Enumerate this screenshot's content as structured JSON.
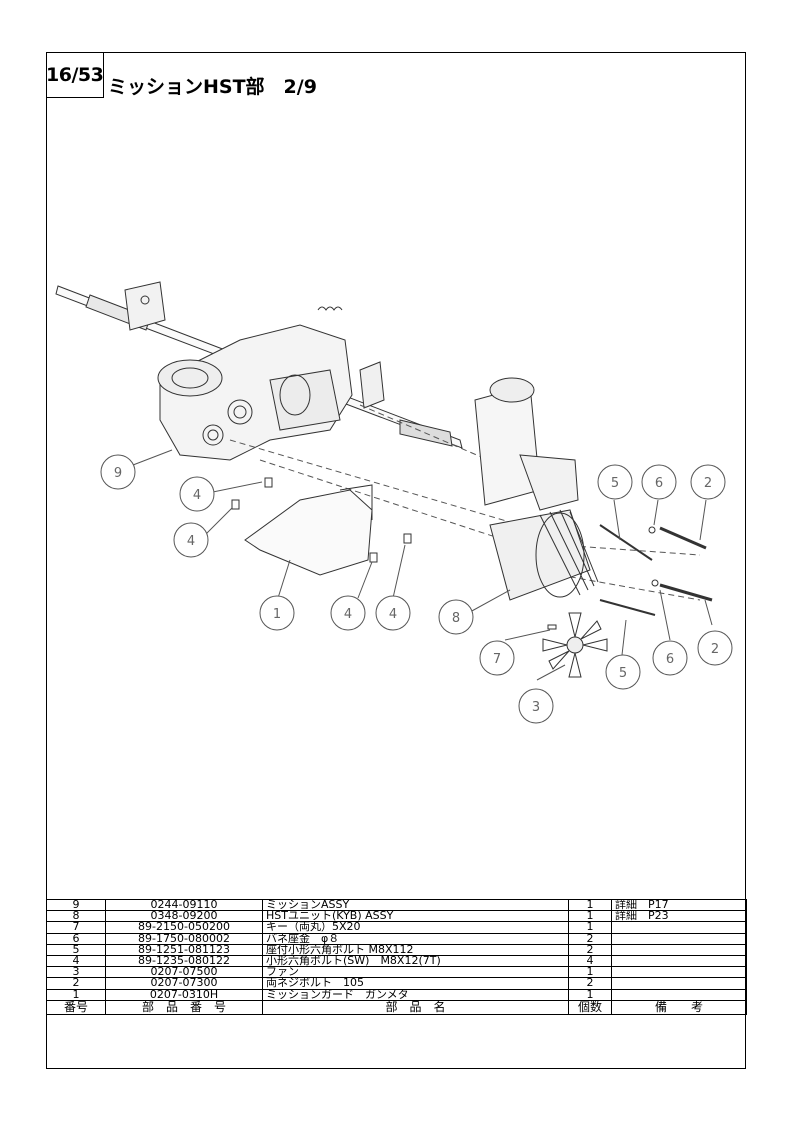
{
  "header": {
    "page_no": "16/53",
    "title": "ミッションHST部　2/9"
  },
  "diagram": {
    "callouts": [
      "9",
      "4",
      "4",
      "1",
      "4",
      "4",
      "8",
      "5",
      "6",
      "2",
      "5",
      "6",
      "2",
      "7",
      "3"
    ]
  },
  "table": {
    "headers": {
      "no": "番号",
      "part_no": "部　品　番　号",
      "name": "部　品　名",
      "qty": "個数",
      "remarks": "備　　考"
    },
    "rows": [
      {
        "no": "9",
        "part_no": "0244-09110",
        "name": "ミッションASSY",
        "qty": "1",
        "remarks": "詳細　P17"
      },
      {
        "no": "8",
        "part_no": "0348-09200",
        "name": "HSTユニット(KYB) ASSY",
        "qty": "1",
        "remarks": "詳細　P23"
      },
      {
        "no": "7",
        "part_no": "89-2150-050200",
        "name": "キー（両丸）5X20",
        "qty": "1",
        "remarks": ""
      },
      {
        "no": "6",
        "part_no": "89-1750-080002",
        "name": "バネ座金　φ８",
        "qty": "2",
        "remarks": ""
      },
      {
        "no": "5",
        "part_no": "89-1251-081123",
        "name": "座付小形六角ボルト M8X112",
        "qty": "2",
        "remarks": ""
      },
      {
        "no": "4",
        "part_no": "89-1235-080122",
        "name": "小形六角ボルト(SW)　M8X12(7T)",
        "qty": "4",
        "remarks": ""
      },
      {
        "no": "3",
        "part_no": "0207-07500",
        "name": "ファン",
        "qty": "1",
        "remarks": ""
      },
      {
        "no": "2",
        "part_no": "0207-07300",
        "name": "両ネジボルト　105",
        "qty": "2",
        "remarks": ""
      },
      {
        "no": "1",
        "part_no": "0207-0310H",
        "name": "ミッションガード　ガンメタ",
        "qty": "1",
        "remarks": ""
      }
    ]
  }
}
